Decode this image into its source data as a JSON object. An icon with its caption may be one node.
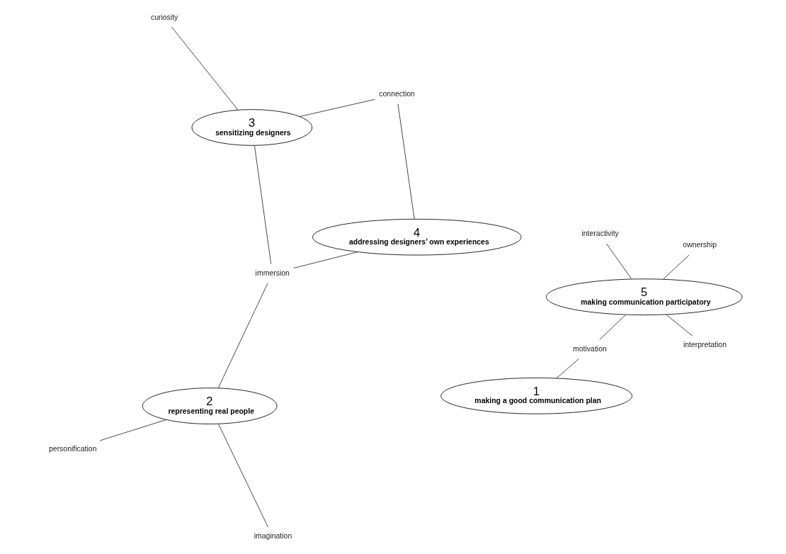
{
  "diagram": {
    "nodes": [
      {
        "text": [
          "1",
          "making a good communication plan"
        ]
      },
      {
        "text": [
          "personification"
        ]
      },
      {
        "text": [
          "2",
          "representing real people"
        ]
      },
      {
        "text": [
          "imagination"
        ]
      },
      {
        "text": [
          "curiosity"
        ]
      },
      {
        "text": [
          "immersion"
        ]
      },
      {
        "text": [
          "3",
          "sensitizing designers"
        ]
      },
      {
        "text": [
          "motivation"
        ]
      },
      {
        "text": [
          "interpretation"
        ]
      },
      {
        "text": [
          "5",
          "making communication participatory"
        ]
      },
      {
        "text": [
          "connection"
        ]
      },
      {
        "text": [
          "4",
          "addressing designers’ own experiences"
        ]
      },
      {
        "text": [
          "ownership"
        ]
      },
      {
        "text": [
          "interactivity"
        ]
      }
    ],
    "edges": [
      {
        "from": 1,
        "to": 2,
        "arrow": "none"
      },
      {
        "from": 3,
        "to": 2,
        "arrow": "none"
      },
      {
        "from": 2,
        "to": 5,
        "arrow": "none"
      },
      {
        "from": 5,
        "to": 6,
        "arrow": "none"
      },
      {
        "from": 5,
        "to": 11,
        "arrow": "none"
      },
      {
        "from": 4,
        "to": 6,
        "arrow": "none"
      },
      {
        "from": 6,
        "to": 10,
        "arrow": "none"
      },
      {
        "from": 10,
        "to": 11,
        "arrow": "none"
      },
      {
        "from": 0,
        "to": 7,
        "arrow": "none"
      },
      {
        "from": 7,
        "to": 9,
        "arrow": "none"
      },
      {
        "from": 8,
        "to": 9,
        "arrow": "none"
      },
      {
        "from": 9,
        "to": 12,
        "arrow": "none"
      },
      {
        "from": 9,
        "to": 13,
        "arrow": "none"
      }
    ]
  }
}
